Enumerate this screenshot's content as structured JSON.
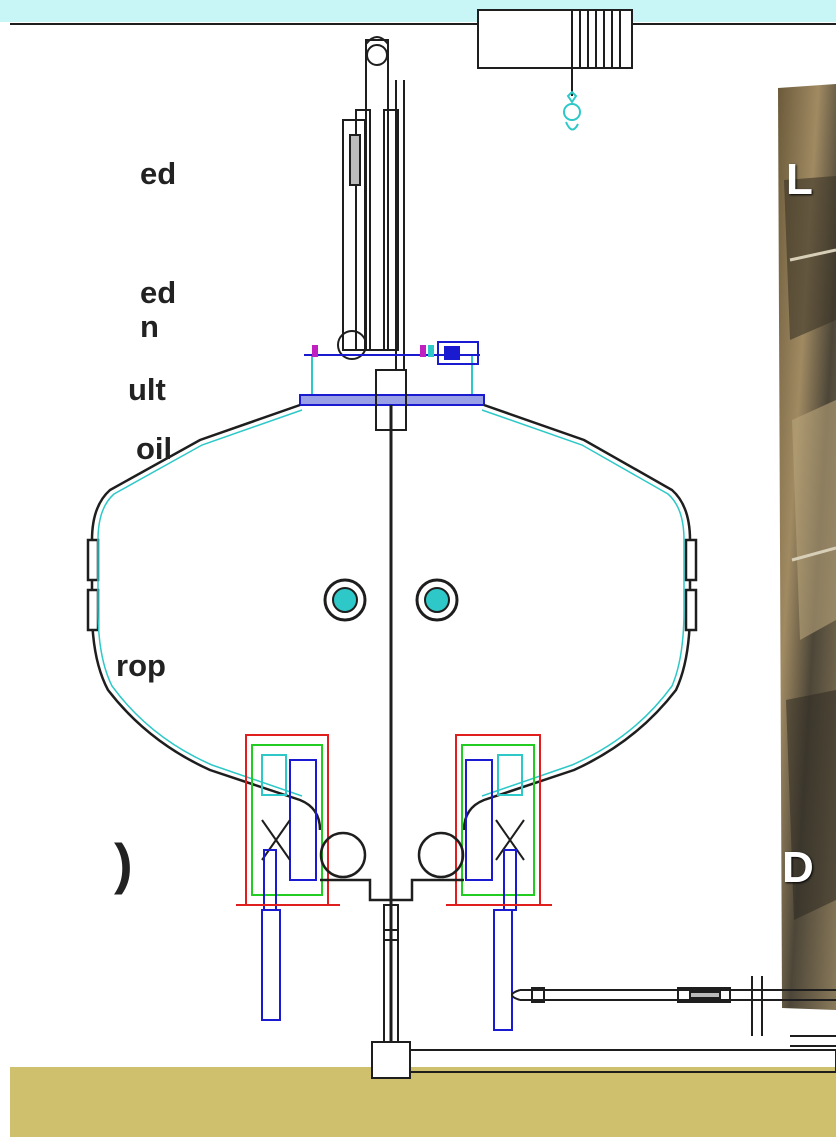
{
  "colors": {
    "top_band": "#c8f6f6",
    "floor_band": "#cfc06e",
    "outline": "#1e1e1e",
    "cyan": "#2ec8c8",
    "blue": "#1a1ad0",
    "red": "#e01e1e",
    "green": "#22cc22",
    "magenta": "#c020c0"
  },
  "text_fragments": [
    {
      "key": "f1",
      "text": "ed"
    },
    {
      "key": "f2",
      "text": "ed"
    },
    {
      "key": "f3",
      "text": "n"
    },
    {
      "key": "f4",
      "text": "ult"
    },
    {
      "key": "f5",
      "text": "oil"
    },
    {
      "key": "f6",
      "text": "rop"
    },
    {
      "key": "f7",
      "text": ")"
    }
  ],
  "photo": {
    "label_top": "L",
    "label_bottom": "D"
  },
  "icons": [
    "crane-hook-icon"
  ]
}
